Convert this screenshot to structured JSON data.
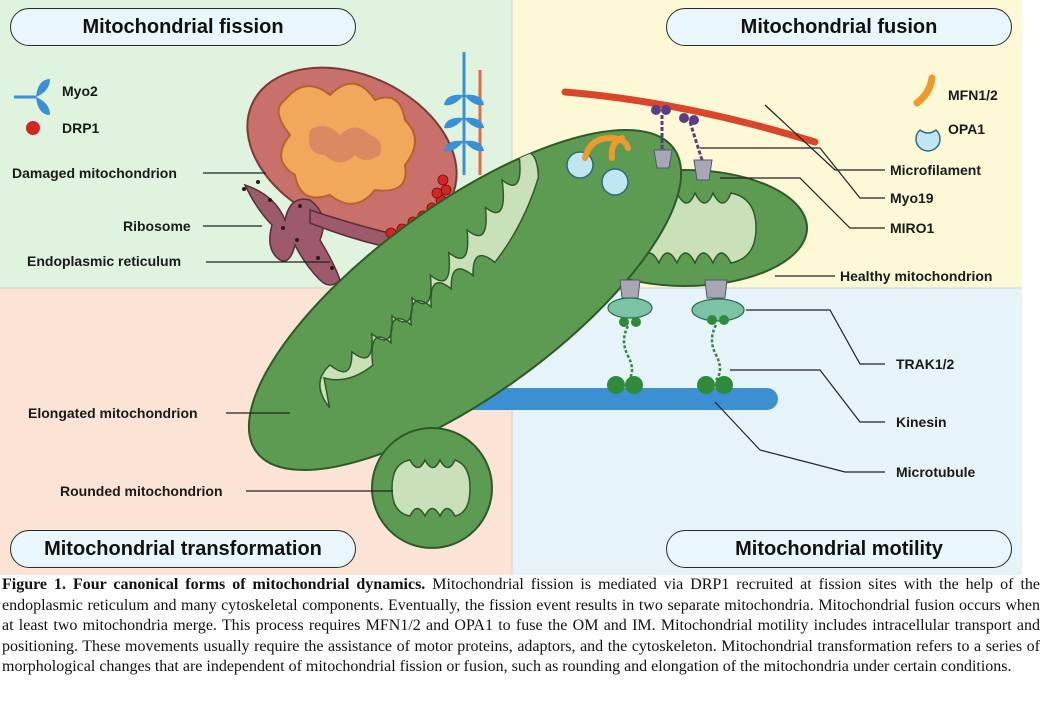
{
  "panels": {
    "fission": {
      "title": "Mitochondrial fission",
      "color": "#dff3df"
    },
    "fusion": {
      "title": "Mitochondrial fusion",
      "color": "#fdf9d6"
    },
    "transformation": {
      "title": "Mitochondrial transformation",
      "color": "#fbe4d6"
    },
    "motility": {
      "title": "Mitochondrial motility",
      "color": "#e6f4f9"
    }
  },
  "legend": {
    "myo2": "Myo2",
    "drp1": "DRP1",
    "mfn": "MFN1/2",
    "opa1": "OPA1"
  },
  "labels": {
    "damaged": "Damaged mitochondrion",
    "ribosome": "Ribosome",
    "er": "Endoplasmic reticulum",
    "elongated": "Elongated mitochondrion",
    "rounded": "Rounded mitochondrion",
    "microfilament": "Microfilament",
    "myo19": "Myo19",
    "miro1": "MIRO1",
    "healthy": "Healthy mitochondrion",
    "trak": "TRAK1/2",
    "kinesin": "Kinesin",
    "microtubule": "Microtubule"
  },
  "caption": {
    "bold": "Figure 1. Four canonical forms of mitochondrial dynamics.",
    "text": " Mitochondrial fission is mediated via DRP1 recruited at fission sites with the help of the endoplasmic reticulum and many cytoskeletal components. Eventually, the fission event results in two separate mitochondria. Mitochondrial fusion occurs when at least two mitochondria merge. This process requires MFN1/2 and OPA1 to fuse the OM and IM. Mitochondrial motility includes intracellular transport and positioning. These movements usually require the assistance of motor proteins, adaptors, and the cytoskeleton. Mitochondrial transformation refers to a series of morphological changes that are independent of mitochondrial fission or fusion, such as rounding and elongation of the mitochondria under certain conditions."
  },
  "colors": {
    "healthy_outer": "#5e9b52",
    "healthy_inner": "#c9e0b8",
    "damaged_outer": "#c9706a",
    "damaged_inner": "#f2a85a",
    "er": "#9c5a6a",
    "drp1": "#d42424",
    "myo2": "#3a8fd6",
    "mfn": "#ef9a2c",
    "opa1": "#bfe6f1",
    "microfilament": "#d9462a",
    "miro1": "#a7a7b5",
    "myo19": "#5b3d86",
    "trak": "#7cc3a6",
    "kinesin": "#2f8a3a",
    "microtubule": "#3c8fd0"
  }
}
